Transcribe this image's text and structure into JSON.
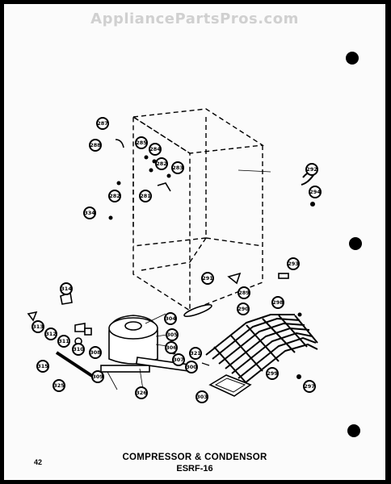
{
  "watermark": "AppliancePartsPros.com",
  "caption": "COMPRESSOR & CONDENSOR",
  "model": "ESRF-16",
  "page_number": "42",
  "callouts": [
    "287",
    "288",
    "285",
    "284",
    "282",
    "283",
    "281",
    "282",
    "334",
    "292",
    "294",
    "293",
    "291",
    "289",
    "290",
    "314",
    "298",
    "313",
    "312",
    "311",
    "310",
    "304",
    "305",
    "306",
    "307",
    "308",
    "309",
    "321",
    "300",
    "315",
    "325",
    "326",
    "299",
    "303",
    "297"
  ]
}
